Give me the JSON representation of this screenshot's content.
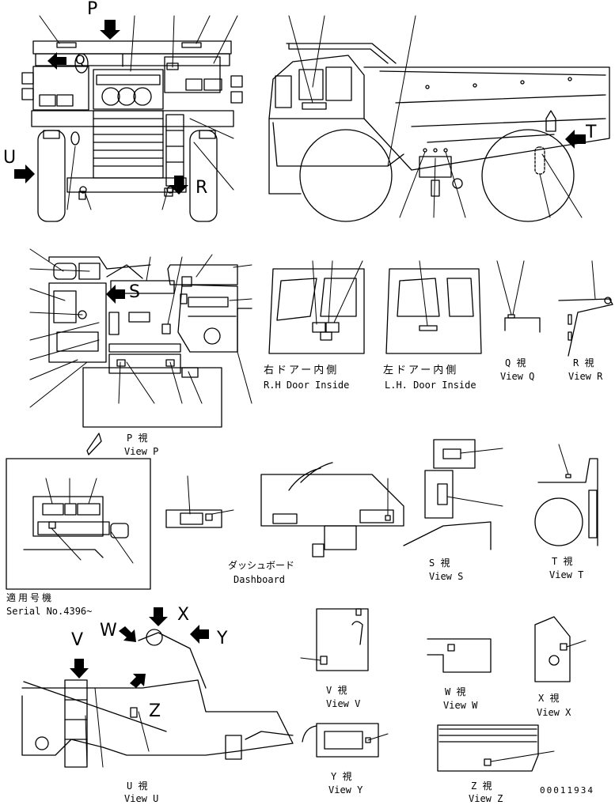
{
  "view_letters": {
    "p": "P",
    "u": "U",
    "t": "T",
    "q": "Q",
    "r": "R",
    "s": "S",
    "v": "V",
    "w": "W",
    "x": "X",
    "y": "Y",
    "z": "Z"
  },
  "captions": {
    "rh_door": {
      "jp": "右ドアー内側",
      "en": "R.H  Door Inside"
    },
    "lh_door": {
      "jp": "左ドアー内側",
      "en": "L.H. Door Inside"
    },
    "view_q": {
      "jp": "Q  視",
      "en": "View Q"
    },
    "view_r": {
      "jp": "R  視",
      "en": "View R"
    },
    "view_p": {
      "jp": "P  視",
      "en": "View P"
    },
    "dashboard": {
      "jp": "ダッシュボード",
      "en": "Dashboard"
    },
    "view_s": {
      "jp": "S  視",
      "en": "View S"
    },
    "view_t": {
      "jp": "T  視",
      "en": "View T"
    },
    "view_v": {
      "jp": "V  視",
      "en": "View V"
    },
    "view_w": {
      "jp": "W  視",
      "en": "View W"
    },
    "view_x": {
      "jp": "X  視",
      "en": "View X"
    },
    "view_u": {
      "jp": "U  視",
      "en": "View U"
    },
    "view_y": {
      "jp": "Y  視",
      "en": "View Y"
    },
    "view_z": {
      "jp": "Z  視",
      "en": "View Z"
    }
  },
  "serial_note": {
    "jp": "適用号機",
    "en": "Serial No.4396~"
  },
  "drawing_number": "00011934"
}
